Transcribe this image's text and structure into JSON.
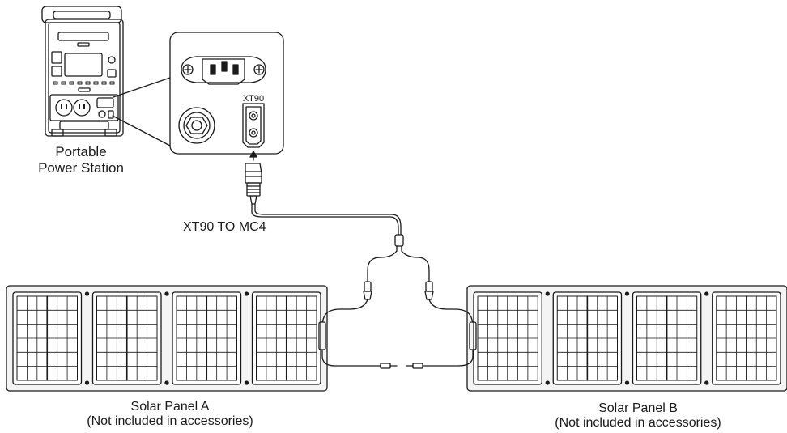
{
  "labels": {
    "station_line1": "Portable",
    "station_line2": "Power Station",
    "port_xt90": "XT90",
    "cable": "XT90 TO MC4",
    "panel_a_name": "Solar Panel A",
    "panel_a_note": "(Not included in accessories)",
    "panel_b_name": "Solar Panel B",
    "panel_b_note": "(Not included in accessories)"
  },
  "icons": [
    "power-station-icon",
    "ac-socket-icon",
    "dc-round-port-icon",
    "xt90-port-icon",
    "xt90-plug-icon",
    "mc4-connector-icon",
    "solar-panel-icon"
  ],
  "colors": {
    "stroke": "#1a1a1a",
    "panel_fill": "#f4f4f4",
    "background": "#ffffff"
  }
}
